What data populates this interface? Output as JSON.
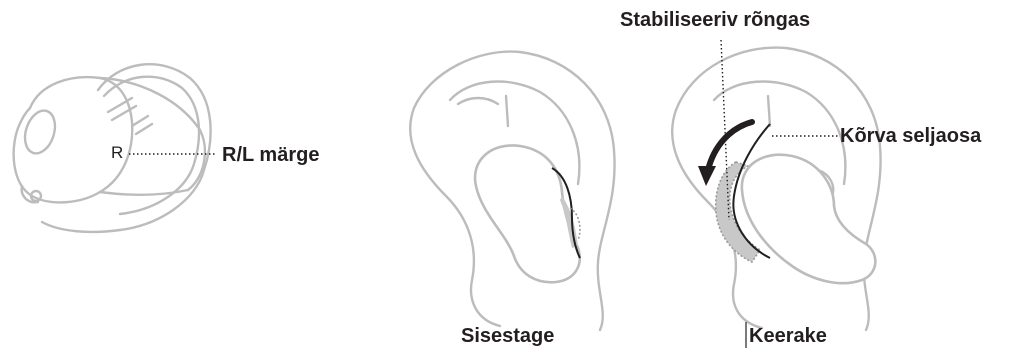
{
  "labels": {
    "rl_mark_letter": "R",
    "rl_mark": "R/L märge",
    "stabilizer_ring": "Stabiliseeriv rõngas",
    "ear_back": "Kõrva seljaosa",
    "insert": "Sisestage",
    "rotate": "Keerake"
  },
  "colors": {
    "outline": "#bdbcbc",
    "ink": "#231f20",
    "ring_fill": "#c9c8c8"
  }
}
